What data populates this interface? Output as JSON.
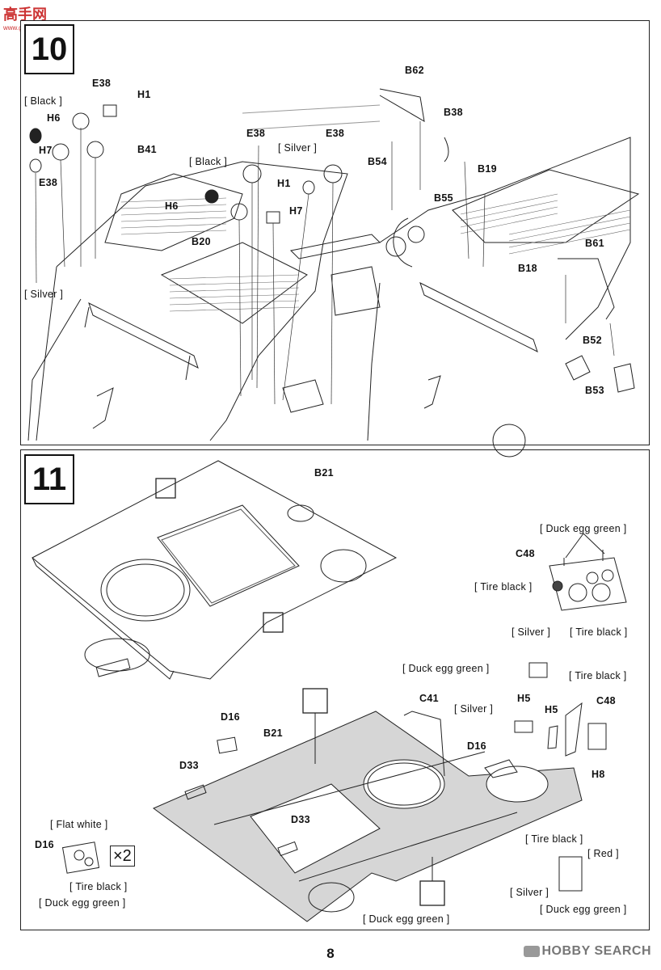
{
  "page": {
    "number": "8"
  },
  "watermarks": {
    "top": "高手网",
    "top_small": "www.gaoshou.net",
    "bottom": "HOBBY SEARCH"
  },
  "step10": {
    "number": "10",
    "labels": [
      "E38",
      "H1",
      "H6",
      "B41",
      "H7",
      "E38",
      "E38",
      "E38",
      "H1",
      "H6",
      "H7",
      "B20",
      "B62",
      "B38",
      "B54",
      "B19",
      "B55",
      "B61",
      "B18",
      "B52",
      "B53"
    ],
    "paints": [
      "[ Black ]",
      "[ Black ]",
      "[ Silver ]",
      "[ Silver ]"
    ]
  },
  "step11": {
    "number": "11",
    "labels": [
      "B21",
      "C48",
      "C41",
      "H5",
      "H5",
      "C48",
      "D16",
      "B21",
      "D33",
      "D33",
      "D16",
      "H8",
      "D16"
    ],
    "paints": [
      "[ Duck egg green ]",
      "[ Tire black ]",
      "[ Silver ]",
      "[ Tire black ]",
      "[ Duck egg green ]",
      "[ Tire black ]",
      "[ Silver ]",
      "[ Flat white ]",
      "[ Tire black ]",
      "[ Duck egg green ]",
      "[ Tire black ]",
      "[ Red ]",
      "[ Silver ]",
      "[ Duck egg green ]",
      "[ Duck egg green ]"
    ],
    "multiplier": "×2"
  }
}
